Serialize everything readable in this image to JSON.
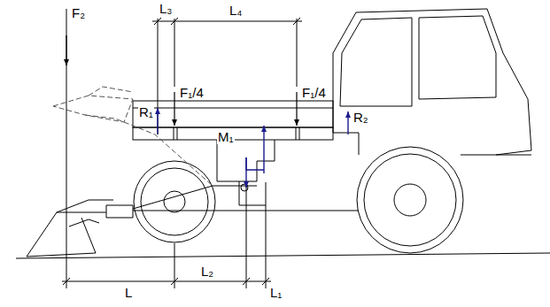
{
  "diagram": {
    "labels": [
      "L₃",
      "L₄",
      "F₂",
      "F₁/4",
      "F₁/4",
      "R₁",
      "M₁",
      "R₂",
      "L",
      "L₂",
      "L₁"
    ]
  }
}
